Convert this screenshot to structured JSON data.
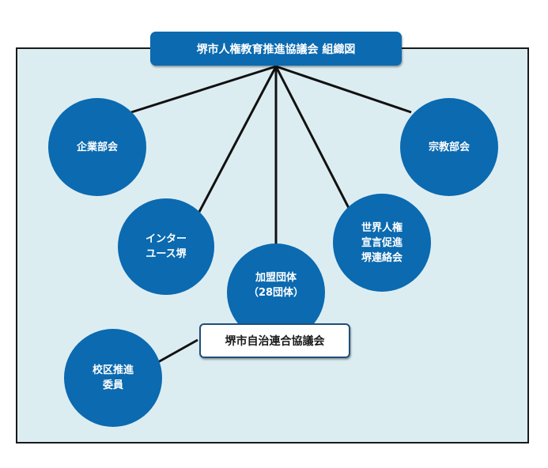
{
  "title": "堺市人権教育推進協議会 組織図",
  "nodes": {
    "kigyo": [
      "企業部会"
    ],
    "shukyo": [
      "宗教部会"
    ],
    "inter": [
      "インター",
      "ユース堺"
    ],
    "sekai": [
      "世界人権",
      "宣言促進",
      "堺連絡会"
    ],
    "kamei": [
      "加盟団体",
      "（28団体）"
    ],
    "kouku": [
      "校区推進",
      "委員"
    ]
  },
  "sub_org": "堺市自治連合協議会",
  "colors": {
    "node_fill": "#0b6ab0",
    "frame_fill": "#dcedf2",
    "line": "#111111"
  }
}
